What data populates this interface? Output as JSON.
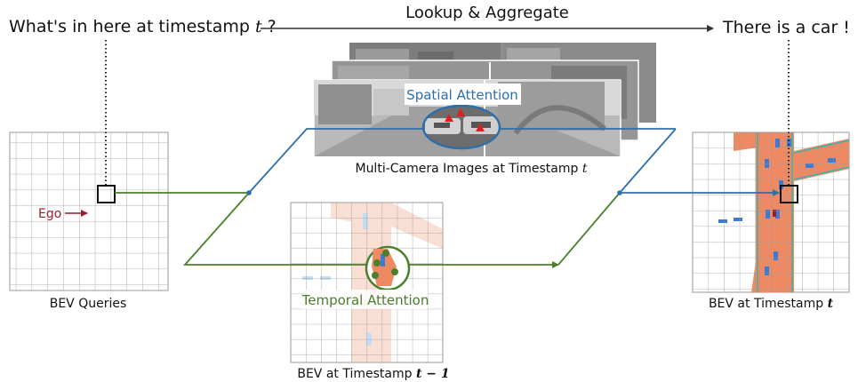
{
  "query": "What's in here at timestamp",
  "query_var": "t",
  "query_end": "?",
  "header": "Lookup & Aggregate",
  "answer": "There is a car !",
  "bev_queries_label": "BEV Queries",
  "ego_label": "Ego",
  "spatial_attention": "Spatial Attention",
  "camera_label": "Multi-Camera Images at Timestamp",
  "camera_var": "t",
  "temporal_attention": "Temporal Attention",
  "bev_prev_label": "BEV at Timestamp",
  "bev_prev_var": "t − 1",
  "bev_curr_label": "BEV at Timestamp",
  "bev_curr_var": "t",
  "colors": {
    "spatial": "#2e6faa",
    "temporal": "#4a7f2c",
    "ego": "#9b1c2c",
    "road": "#ee8a63",
    "lane": "#3ab3a8",
    "car": "#3b7bd4"
  }
}
